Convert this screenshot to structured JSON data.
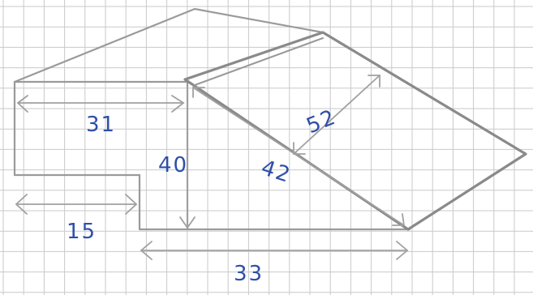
{
  "dimensions": {
    "d31": "31",
    "d40": "40",
    "d15": "15",
    "d33": "33",
    "d52": "52",
    "d42": "42"
  },
  "colors": {
    "ink": "#2e4fa8",
    "pencil": "#9a9a9a",
    "grid": "#c9c9c9",
    "paper": "#ffffff"
  }
}
